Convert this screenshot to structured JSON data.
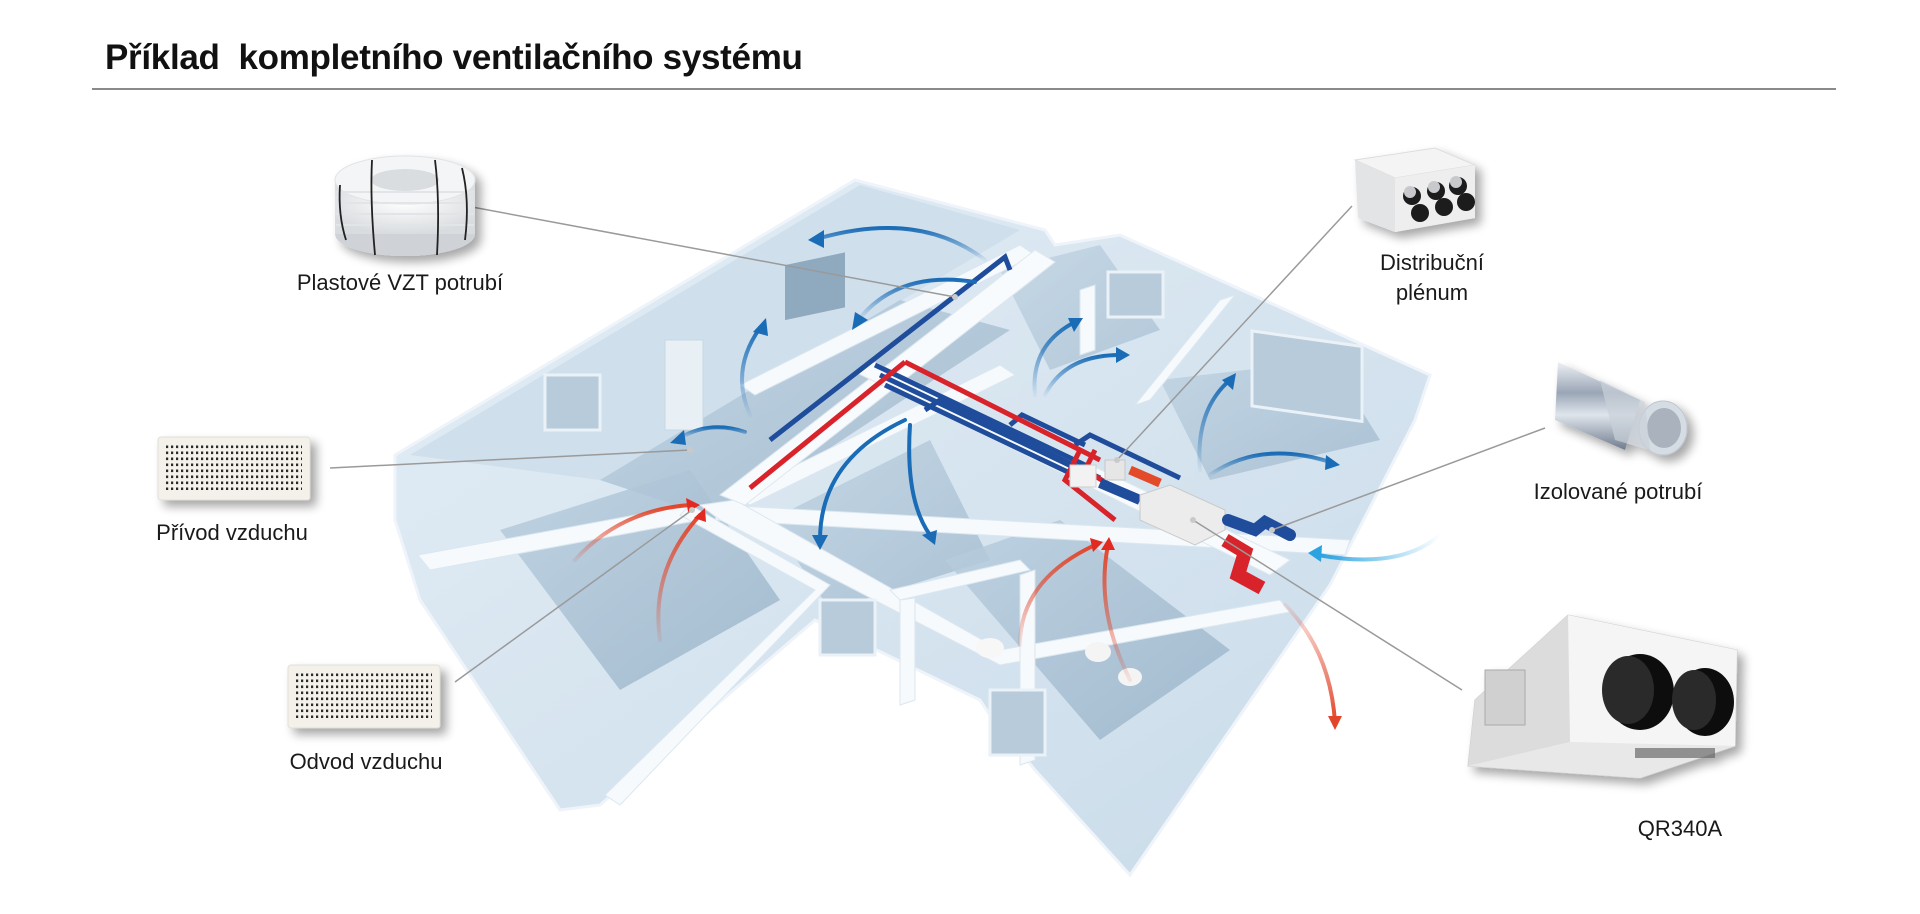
{
  "header": {
    "title": "Příklad  kompletního ventilačního systému"
  },
  "components": {
    "plastic_duct": {
      "label": "Plastové VZT potrubí",
      "icon": "duct-coil-icon"
    },
    "supply_grille": {
      "label": "Přívod vzduchu",
      "icon": "air-grille-icon"
    },
    "exhaust_grille": {
      "label": "Odvod vzduchu",
      "icon": "air-grille-icon"
    },
    "plenum": {
      "label_line1": "Distribuční",
      "label_line2": "plénum",
      "icon": "plenum-box-icon"
    },
    "insulated_duct": {
      "label": "Izolované potrubí",
      "icon": "insulated-duct-icon"
    },
    "unit": {
      "label": "QR340A",
      "icon": "heat-recovery-unit-icon"
    }
  },
  "colors": {
    "supply_duct": "#1f4d9c",
    "exhaust_duct": "#d8232a",
    "supply_arrow": "#1a6cb6",
    "exhaust_arrow": "#e2452a",
    "fresh_air_arrow": "#2aa3e0",
    "building": "#d6e4ef",
    "floor": "#a9c0d3",
    "leader": "#9a9a9a"
  }
}
